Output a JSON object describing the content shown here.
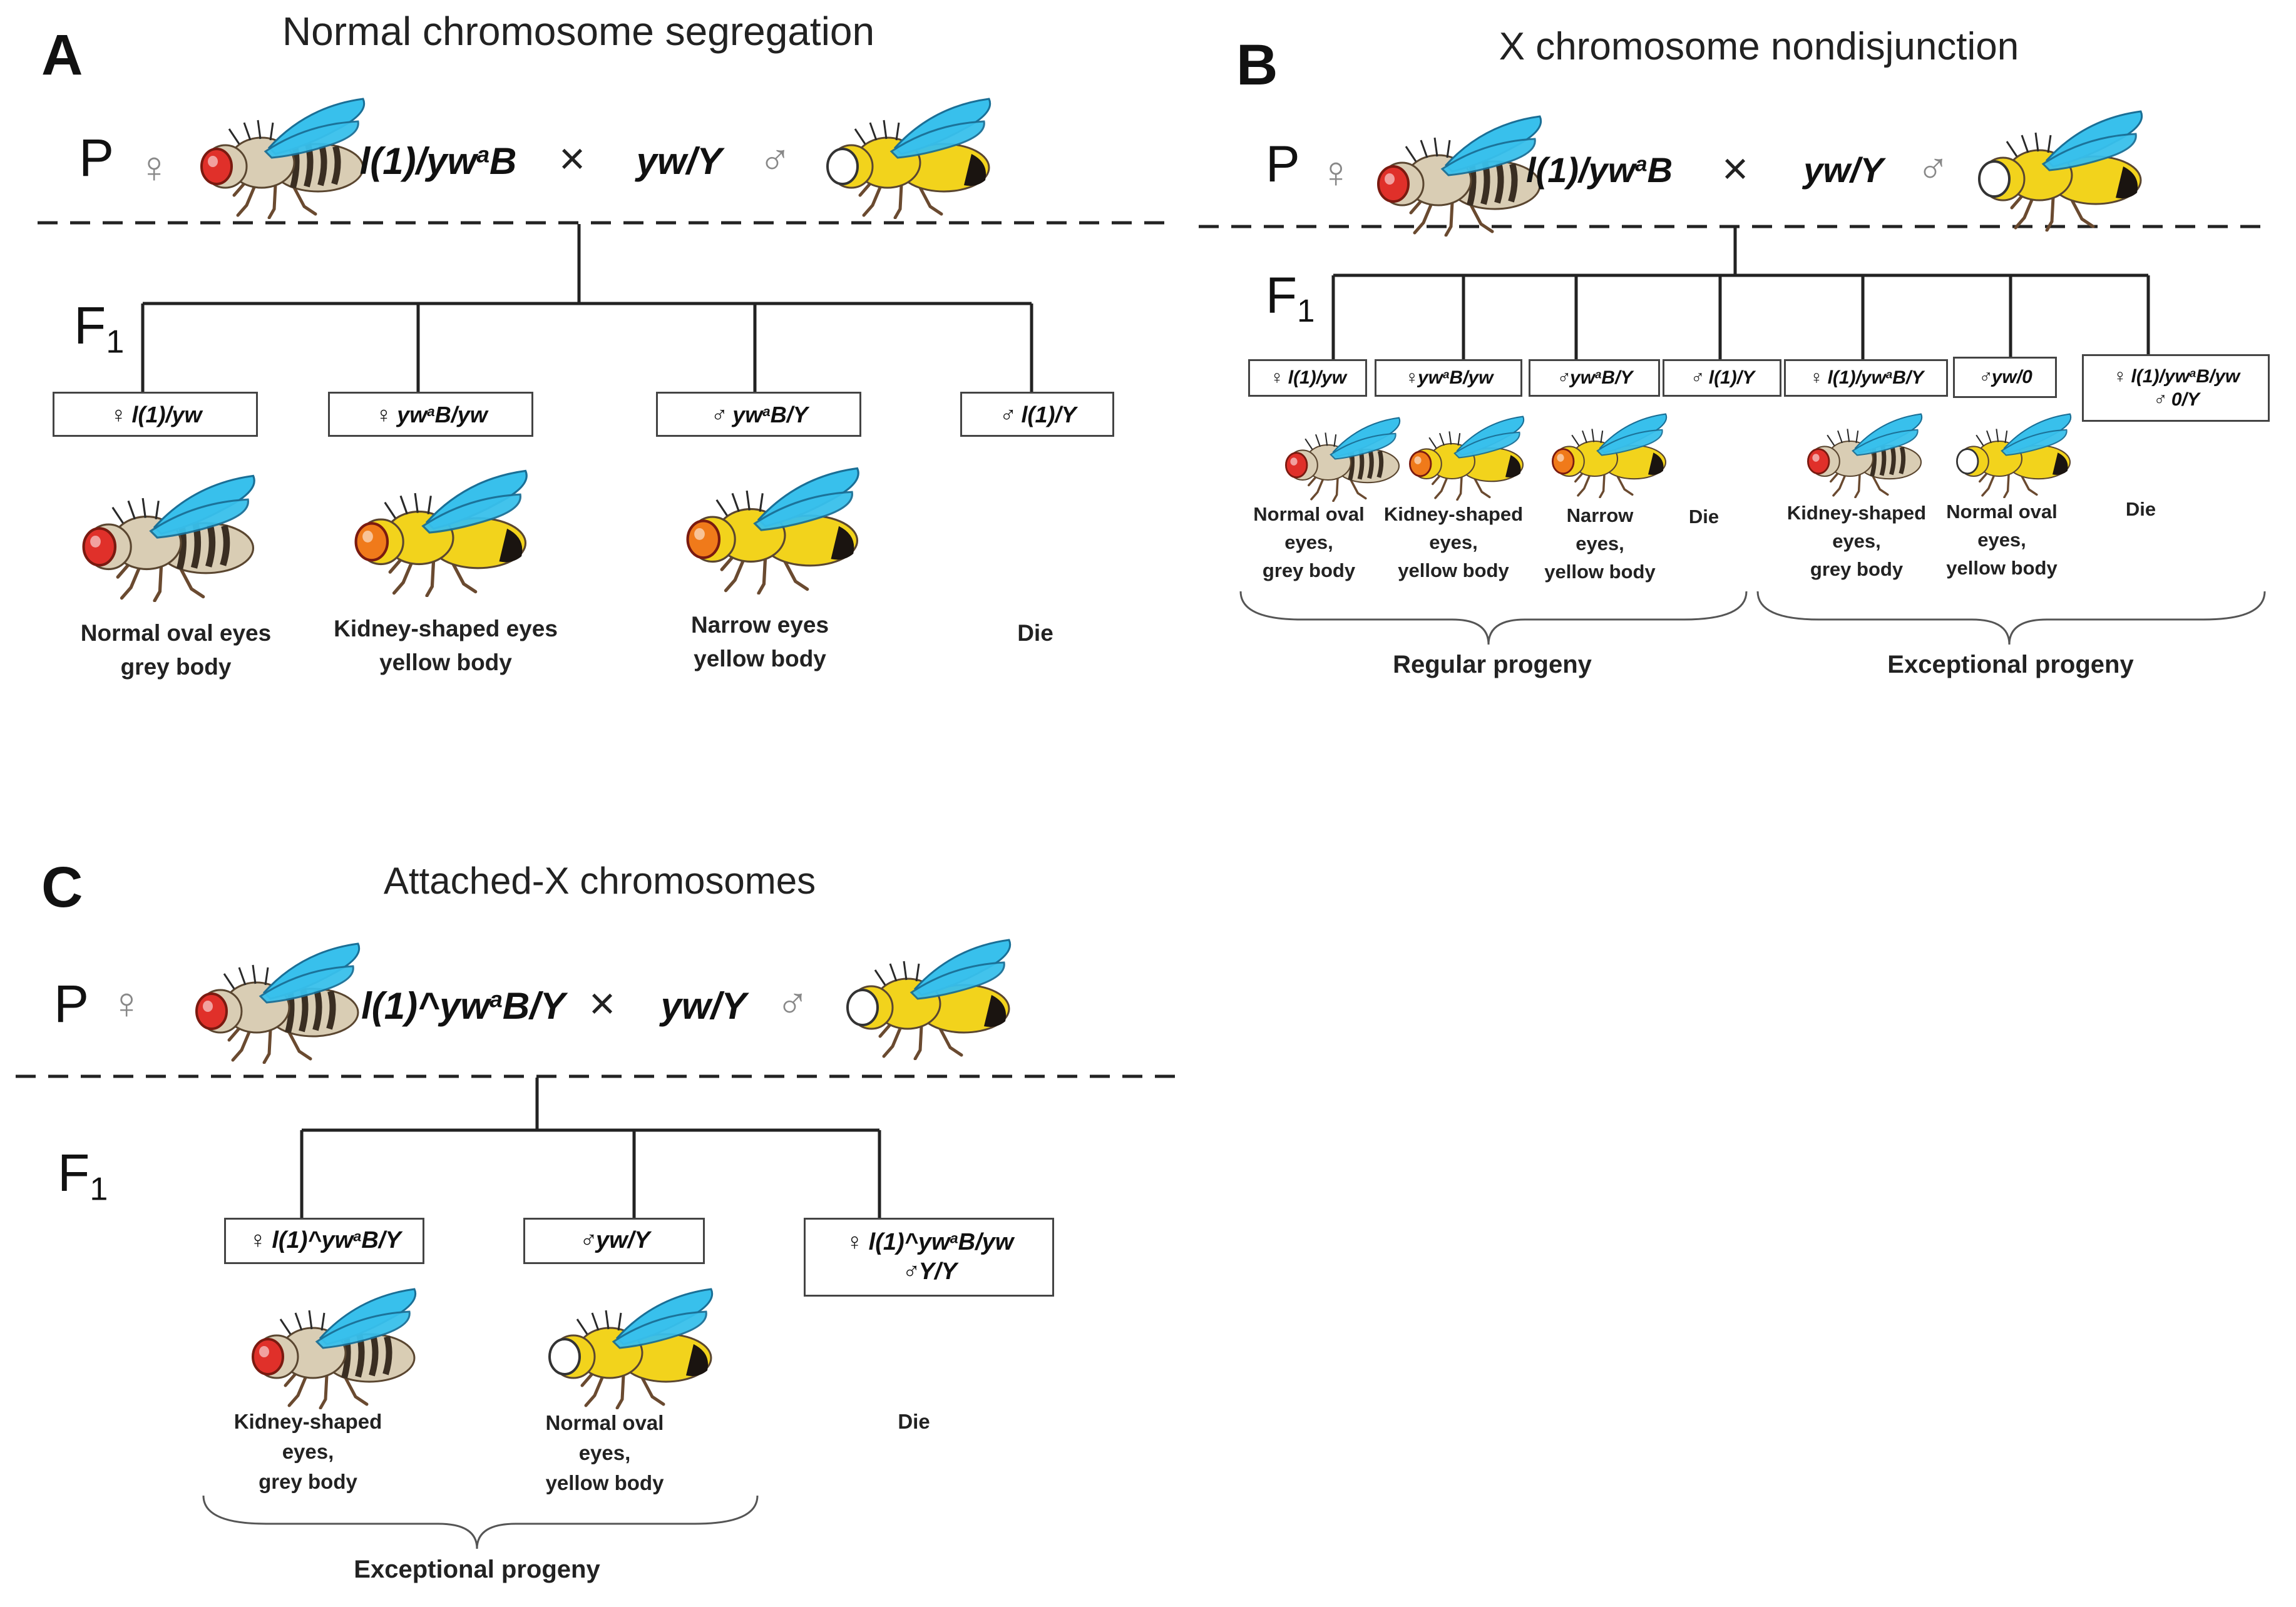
{
  "panel_a": {
    "letter": "A",
    "title": "Normal chromosome segregation",
    "parental": {
      "gen_label": "P",
      "female_symbol": "♀",
      "female_genotype_main": "l(1)/yw",
      "female_genotype_sup": "a",
      "female_genotype_tail": "B",
      "cross_symbol": "×",
      "male_genotype": "yw/Y",
      "male_symbol": "♂"
    },
    "f1": {
      "gen_label": "F",
      "gen_sub": "1",
      "offspring": [
        {
          "sex": "♀",
          "genotype_parts": [
            "l(1)/yw"
          ],
          "phenotype": [
            "Normal oval eyes",
            "grey body"
          ],
          "fly": {
            "eye": "#e0302a",
            "body": "grey"
          }
        },
        {
          "sex": "♀",
          "genotype_parts": [
            "yw",
            "a",
            "B/yw"
          ],
          "phenotype": [
            "Kidney-shaped eyes",
            "yellow body"
          ],
          "fly": {
            "eye": "#f07a1a",
            "body": "yellow"
          }
        },
        {
          "sex": "♂",
          "genotype_parts": [
            "yw",
            "a",
            "B/Y"
          ],
          "phenotype": [
            "Narrow eyes",
            "yellow body"
          ],
          "fly": {
            "eye": "#f07a1a",
            "body": "yellow"
          }
        },
        {
          "sex": "♂",
          "genotype_parts": [
            "l(1)/Y"
          ],
          "phenotype": [
            "Die"
          ],
          "fly": null
        }
      ]
    }
  },
  "panel_b": {
    "letter": "B",
    "title": "X chromosome nondisjunction",
    "parental": {
      "gen_label": "P",
      "female_symbol": "♀",
      "female_genotype_main": "l(1)/yw",
      "female_genotype_sup": "a",
      "female_genotype_tail": "B",
      "cross_symbol": "×",
      "male_genotype": "yw/Y",
      "male_symbol": "♂"
    },
    "f1": {
      "gen_label": "F",
      "gen_sub": "1",
      "offspring": [
        {
          "sex": "♀",
          "genotype_parts": [
            "l(1)/yw"
          ],
          "phenotype": [
            "Normal  oval",
            "eyes,",
            "grey body"
          ],
          "fly": {
            "eye": "#e0302a",
            "body": "grey"
          }
        },
        {
          "sex": "♀",
          "genotype_parts": [
            "yw",
            "a",
            "B/yw"
          ],
          "phenotype": [
            "Kidney-shaped",
            "eyes,",
            "yellow body"
          ],
          "fly": {
            "eye": "#f07a1a",
            "body": "yellow"
          }
        },
        {
          "sex": "♂",
          "genotype_parts": [
            "yw",
            "a",
            "B/Y"
          ],
          "phenotype": [
            "Narrow",
            "eyes,",
            "yellow body"
          ],
          "fly": {
            "eye": "#f07a1a",
            "body": "yellow"
          }
        },
        {
          "sex": "♂",
          "genotype_parts": [
            "l(1)/Y"
          ],
          "phenotype": [
            "Die"
          ],
          "fly": null
        },
        {
          "sex": "♀",
          "genotype_parts": [
            "l(1)/yw",
            "a",
            "B/Y"
          ],
          "phenotype": [
            "Kidney-shaped",
            "eyes,",
            "grey body"
          ],
          "fly": {
            "eye": "#e0302a",
            "body": "grey"
          }
        },
        {
          "sex": "♂",
          "genotype_parts": [
            "yw/0"
          ],
          "phenotype": [
            "Normal oval",
            "eyes,",
            "yellow body"
          ],
          "fly": {
            "eye": "#ffffff",
            "body": "yellow"
          }
        },
        {
          "sex": "♀",
          "genotype_parts": [
            "l(1)/yw",
            "a",
            "B/yw"
          ],
          "line2_sex": "♂",
          "line2": "0/Y",
          "phenotype": [
            "Die"
          ],
          "fly": null
        }
      ]
    },
    "groups": {
      "regular": "Regular progeny",
      "exceptional": "Exceptional progeny"
    }
  },
  "panel_c": {
    "letter": "C",
    "title": "Attached-X chromosomes",
    "parental": {
      "gen_label": "P",
      "female_symbol": "♀",
      "female_genotype_main": "l(1)^yw",
      "female_genotype_sup": "a",
      "female_genotype_tail": "B/Y",
      "cross_symbol": "×",
      "male_genotype": "yw/Y",
      "male_symbol": "♂"
    },
    "f1": {
      "gen_label": "F",
      "gen_sub": "1",
      "offspring": [
        {
          "sex": "♀",
          "genotype_parts": [
            "l(1)^yw",
            "a",
            "B/Y"
          ],
          "phenotype": [
            "Kidney-shaped",
            "eyes,",
            "grey body"
          ],
          "fly": {
            "eye": "#e0302a",
            "body": "grey"
          }
        },
        {
          "sex": "♂",
          "genotype_parts": [
            "yw/Y"
          ],
          "phenotype": [
            "Normal  oval",
            "eyes,",
            "yellow body"
          ],
          "fly": {
            "eye": "#ffffff",
            "body": "yellow"
          }
        },
        {
          "sex": "♀",
          "genotype_parts": [
            "l(1)^yw",
            "a",
            "B/yw"
          ],
          "line2_sex": "♂",
          "line2": "Y/Y",
          "phenotype": [
            "Die"
          ],
          "fly": null
        }
      ]
    },
    "groups": {
      "exceptional": "Exceptional progeny"
    }
  },
  "colors": {
    "wing": "#38c0ec",
    "grey_body": "#d9cdb4",
    "yellow_body": "#f2d31c",
    "stripe": "#3a2e22",
    "leg": "#6a4a30"
  }
}
